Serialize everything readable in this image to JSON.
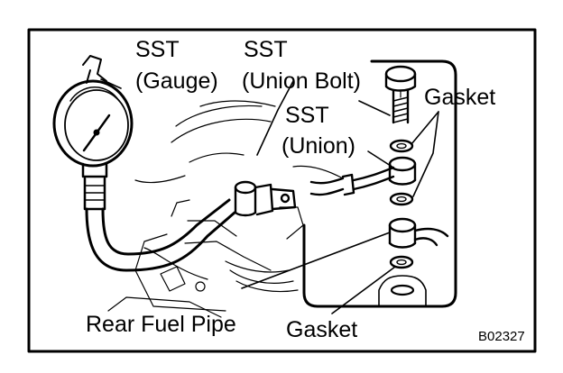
{
  "labels": {
    "sst_gauge_line1": "SST",
    "sst_gauge_line2": "(Gauge)",
    "sst_bolt_line1": "SST",
    "sst_bolt_line2": "(Union Bolt)",
    "gasket_top": "Gasket",
    "sst_union_line1": "SST",
    "sst_union_line2": "(Union)",
    "rear_fuel_pipe": "Rear Fuel Pipe",
    "gasket_bottom": "Gasket"
  },
  "figure_code": "B02327",
  "colors": {
    "ink": "#000000",
    "paper": "#ffffff"
  }
}
